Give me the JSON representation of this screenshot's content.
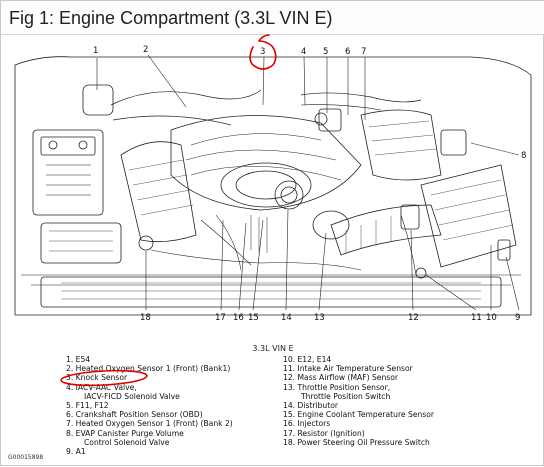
{
  "title": "Fig 1: Engine Compartment (3.3L VIN E)",
  "diagram_caption": "3.3L VIN E",
  "figure_id": "G00015898",
  "callouts": {
    "c1": "1",
    "c2": "2",
    "c3": "3",
    "c4": "4",
    "c5": "5",
    "c6": "6",
    "c7": "7",
    "c8": "8",
    "c9": "9",
    "c10": "10",
    "c11": "11",
    "c12": "12",
    "c13": "13",
    "c14": "14",
    "c15": "15",
    "c16": "16",
    "c17": "17",
    "c18": "18"
  },
  "legend_left": [
    {
      "text": "1. E54"
    },
    {
      "text": "2. Heated Oxygen Sensor 1 (Front) (Bank1)"
    },
    {
      "text": "3. Knock Sensor"
    },
    {
      "text": "4. IACV-AAC Valve,"
    },
    {
      "text": "IACV-FICD Solenoid Valve",
      "cont": true
    },
    {
      "text": "5. F11, F12"
    },
    {
      "text": "6. Crankshaft Position Sensor (OBD)"
    },
    {
      "text": "7. Heated Oxygen Sensor 1 (Front) (Bank 2)"
    },
    {
      "text": "8. EVAP Canister Purge Volume"
    },
    {
      "text": "Control Solenoid Valve",
      "cont": true
    },
    {
      "text": "9. A1"
    }
  ],
  "legend_right": [
    {
      "text": "10. E12, E14"
    },
    {
      "text": "11. Intake Air Temperature Sensor"
    },
    {
      "text": "12. Mass Airflow (MAF) Sensor"
    },
    {
      "text": "13. Throttle Position Sensor,"
    },
    {
      "text": "Throttle Position Switch",
      "cont": true
    },
    {
      "text": "14. Distributor"
    },
    {
      "text": "15. Engine Coolant Temperature Sensor"
    },
    {
      "text": "16. Injectors"
    },
    {
      "text": "17. Resistor (Ignition)"
    },
    {
      "text": "18. Power Steering Oil Pressure Switch"
    }
  ],
  "annotation_color": "#e00000"
}
